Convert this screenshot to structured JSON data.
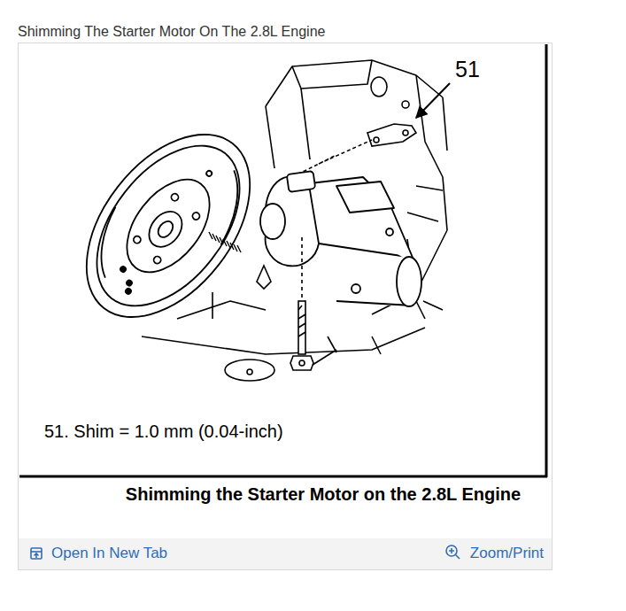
{
  "diagram": {
    "title": "Shimming The Starter Motor On The 2.8L Engine",
    "caption": "Shimming the Starter Motor on the 2.8L Engine",
    "labels": [
      "51",
      "51. Shim = 1.0 mm (0.04-inch)",
      "Open In New Tab",
      "Zoom/Print"
    ]
  }
}
